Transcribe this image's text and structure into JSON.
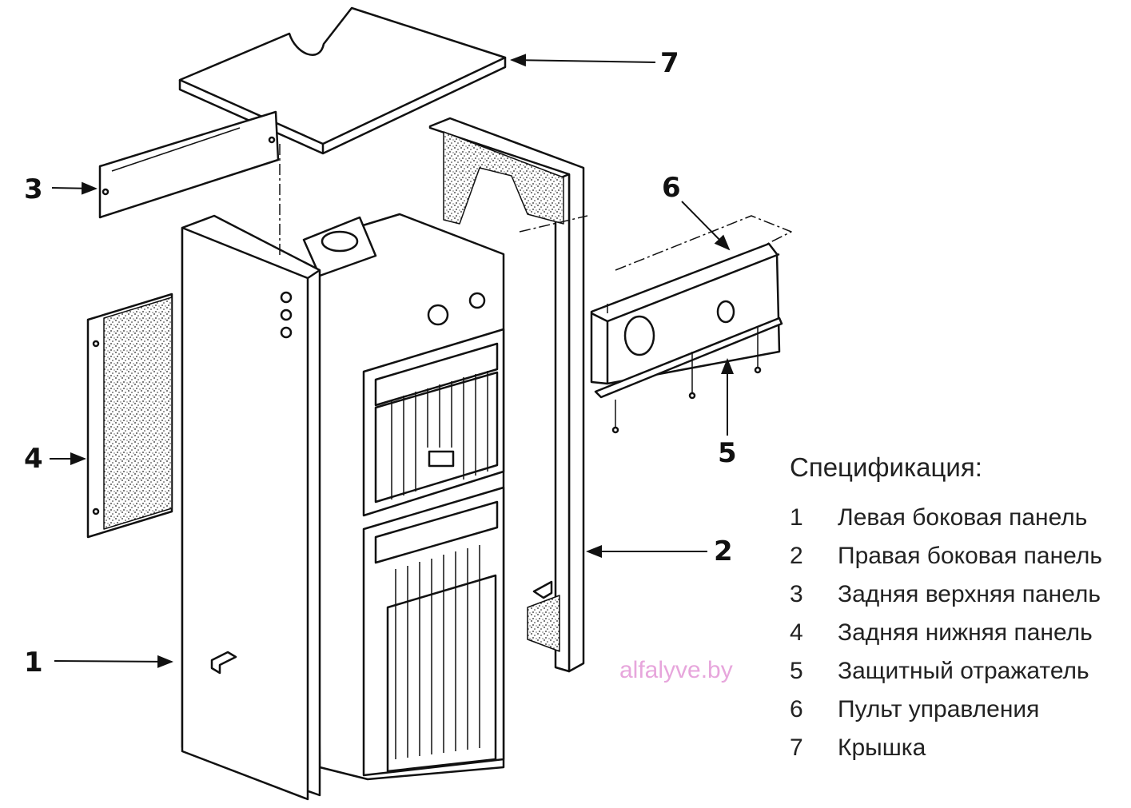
{
  "callouts": [
    {
      "number": "1"
    },
    {
      "number": "2"
    },
    {
      "number": "3"
    },
    {
      "number": "4"
    },
    {
      "number": "5"
    },
    {
      "number": "6"
    },
    {
      "number": "7"
    }
  ],
  "specification": {
    "title": "Спецификация:",
    "items": [
      {
        "number": "1",
        "label": "Левая боковая панель"
      },
      {
        "number": "2",
        "label": "Правая боковая панель"
      },
      {
        "number": "3",
        "label": "Задняя верхняя панель"
      },
      {
        "number": "4",
        "label": "Задняя нижняя панель"
      },
      {
        "number": "5",
        "label": "Защитный отражатель"
      },
      {
        "number": "6",
        "label": "Пульт управления"
      },
      {
        "number": "7",
        "label": "Крышка"
      }
    ]
  },
  "watermark": "alfalyve.by",
  "colors": {
    "line": "#111111",
    "watermark": "#e7a6dc"
  }
}
